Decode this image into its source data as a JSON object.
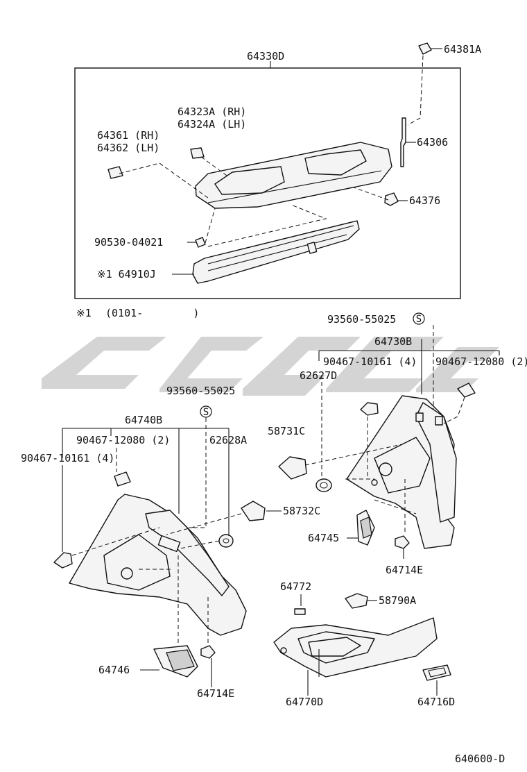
{
  "diagram_code": "640600-D",
  "watermark": "",
  "note": {
    "marker": "※1",
    "range": "(0101-        )"
  },
  "labels": {
    "p64330D": "64330D",
    "p64381A": "64381A",
    "p64323A": "64323A (RH)",
    "p64324A": "64324A (LH)",
    "p64361": "64361 (RH)",
    "p64362": "64362 (LH)",
    "p64306": "64306",
    "p64376": "64376",
    "p90530": "90530-04021",
    "p64910J": "※1 64910J",
    "p93560_top": "93560-55025",
    "p64730B": "64730B",
    "p90467_10161_r": "90467-10161 (4)",
    "p90467_12080_r": "90467-12080 (2)",
    "p62627D": "62627D",
    "p93560_mid": "93560-55025",
    "p64740B": "64740B",
    "p58731C": "58731C",
    "p90467_12080_l": "90467-12080 (2)",
    "p62628A": "62628A",
    "p90467_10161_l": "90467-10161 (4)",
    "p58732C": "58732C",
    "p64745": "64745",
    "p64714E_r": "64714E",
    "p64772": "64772",
    "p58790A": "58790A",
    "p64746": "64746",
    "p64714E_l": "64714E",
    "p64770D": "64770D",
    "p64716D": "64716D"
  },
  "symbols": {
    "s_marker": "S"
  }
}
